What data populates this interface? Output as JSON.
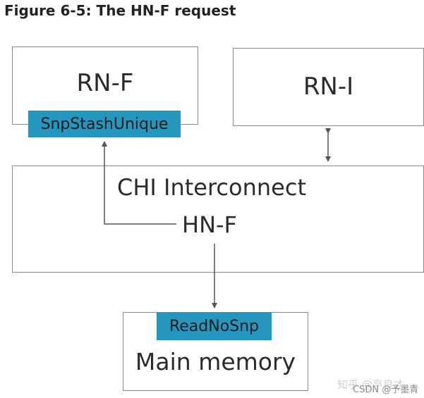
{
  "figure": {
    "title": "Figure 6-5: The HN-F request"
  },
  "nodes": {
    "rn_f": {
      "label": "RN-F"
    },
    "rn_i": {
      "label": "RN-I"
    },
    "interconnect": {
      "label": "CHI Interconnect"
    },
    "hn_f": {
      "label": "HN-F"
    },
    "main_memory": {
      "label": "Main memory"
    }
  },
  "transactions": {
    "snp_stash_unique": {
      "label": "SnpStashUnique"
    },
    "read_no_snp": {
      "label": "ReadNoSnp"
    }
  },
  "colors": {
    "tag_fill": "#2596be",
    "box_border": "#8a8a8a",
    "arrow": "#555555"
  },
  "watermarks": {
    "zhihu": "知乎 @亭良才",
    "csdn": "CSDN @予墨青"
  }
}
